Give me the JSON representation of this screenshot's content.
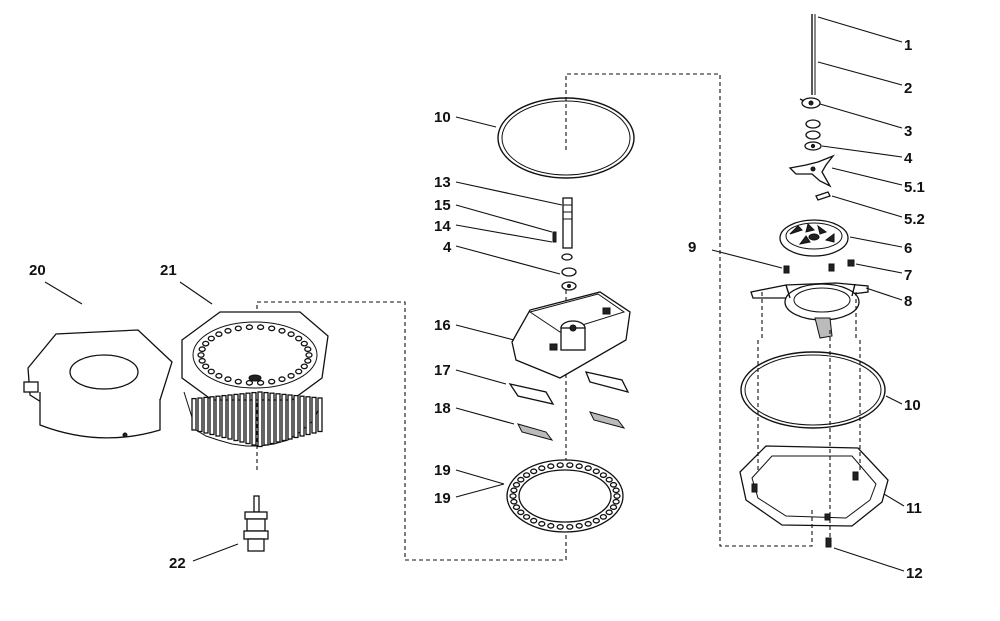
{
  "callouts": {
    "c1": "1",
    "c2": "2",
    "c3": "3",
    "c4a": "4",
    "c5_1": "5.1",
    "c5_2": "5.2",
    "c6": "6",
    "c7": "7",
    "c8": "8",
    "c9": "9",
    "c10a": "10",
    "c10b": "10",
    "c11": "11",
    "c12": "12",
    "c13": "13",
    "c15": "15",
    "c14": "14",
    "c4b": "4",
    "c16": "16",
    "c17": "17",
    "c18": "18",
    "c19a": "19",
    "c19b": "19",
    "c20": "20",
    "c21": "21",
    "c22": "22"
  }
}
